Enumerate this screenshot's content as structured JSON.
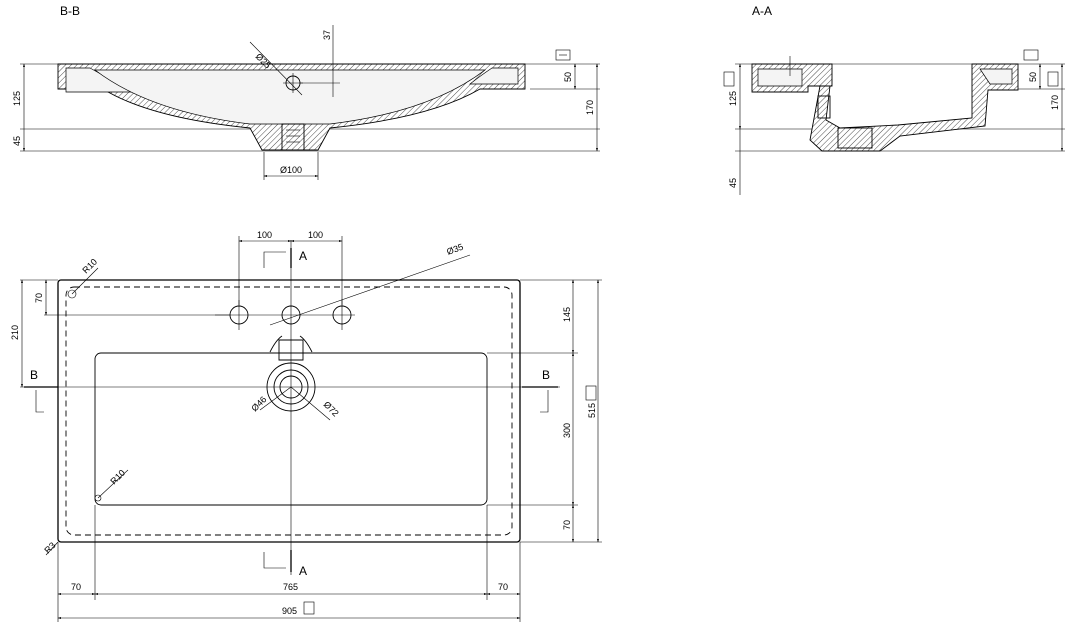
{
  "section_bb": {
    "title": "B-B",
    "dim_top": "37",
    "dim_hole": "Ø25",
    "dim_depth": "125",
    "dim_base": "45",
    "dim_rim": "50",
    "dim_total": "170",
    "dim_drain": "Ø100"
  },
  "section_aa": {
    "title": "A-A",
    "dim_depth": "125",
    "dim_rim": "50",
    "dim_total": "170",
    "dim_base": "45"
  },
  "plan": {
    "dim_left_spacing": "100",
    "dim_right_spacing": "100",
    "section_a_top": "A",
    "section_a_bottom": "A",
    "section_b_left": "B",
    "section_b_right": "B",
    "dim_tap_hole": "Ø35",
    "dim_radius_top": "R10",
    "dim_radius_inner": "R10",
    "dim_radius_corner": "R3",
    "dim_front_70": "70",
    "dim_front_210": "210",
    "dim_right_145": "145",
    "dim_right_300": "300",
    "dim_right_70": "70",
    "dim_total_depth": "515",
    "dim_drain_inner": "Ø46",
    "dim_drain_outer": "Ø72",
    "dim_bottom_left": "70",
    "dim_bottom_center": "765",
    "dim_bottom_right": "70",
    "dim_total_width": "905"
  }
}
